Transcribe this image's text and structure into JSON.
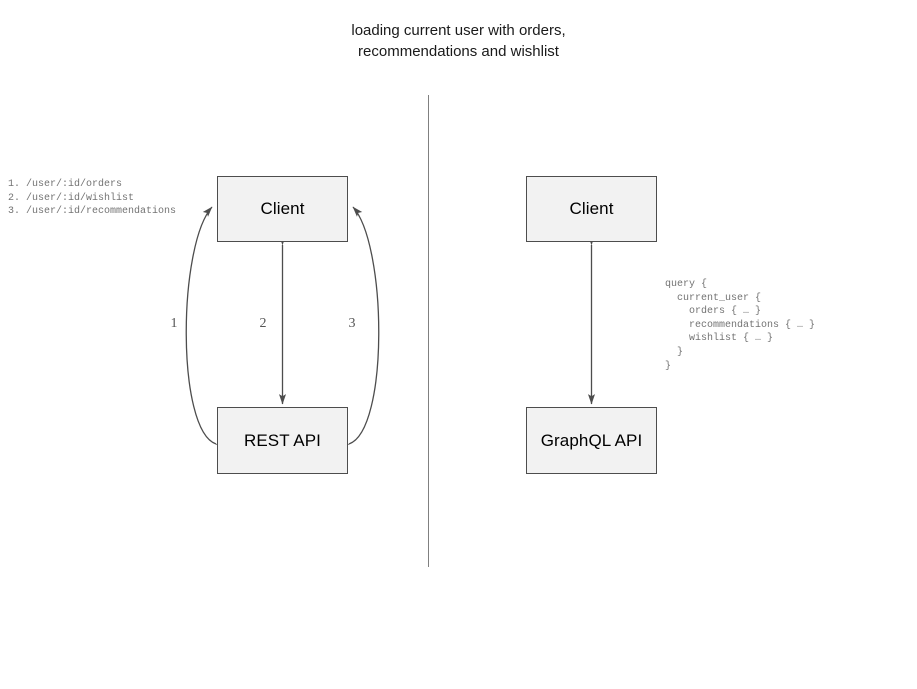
{
  "title": "loading current user with orders,\nrecommendations and wishlist",
  "divider": {
    "name": "center-divider"
  },
  "rest_side": {
    "client_label": "Client",
    "api_label": "REST API",
    "endpoints": "1. /user/:id/orders\n2. /user/:id/wishlist\n3. /user/:id/recommendations",
    "edges": [
      {
        "number": "1",
        "from": "REST API",
        "to": "Client"
      },
      {
        "number": "2",
        "from": "Client",
        "to": "REST API"
      },
      {
        "number": "3",
        "from": "REST API",
        "to": "Client"
      }
    ]
  },
  "graphql_side": {
    "client_label": "Client",
    "api_label": "GraphQL API",
    "query": "query {\n  current_user {\n    orders { … }\n    recommendations { … }\n    wishlist { … }\n  }\n}"
  },
  "colors": {
    "box_fill": "#f2f2f2",
    "box_border": "#4d4d4d",
    "arrow": "#4d4d4d",
    "divider": "#808080",
    "mono_text": "#737373",
    "title_text": "#1a1a1a"
  }
}
